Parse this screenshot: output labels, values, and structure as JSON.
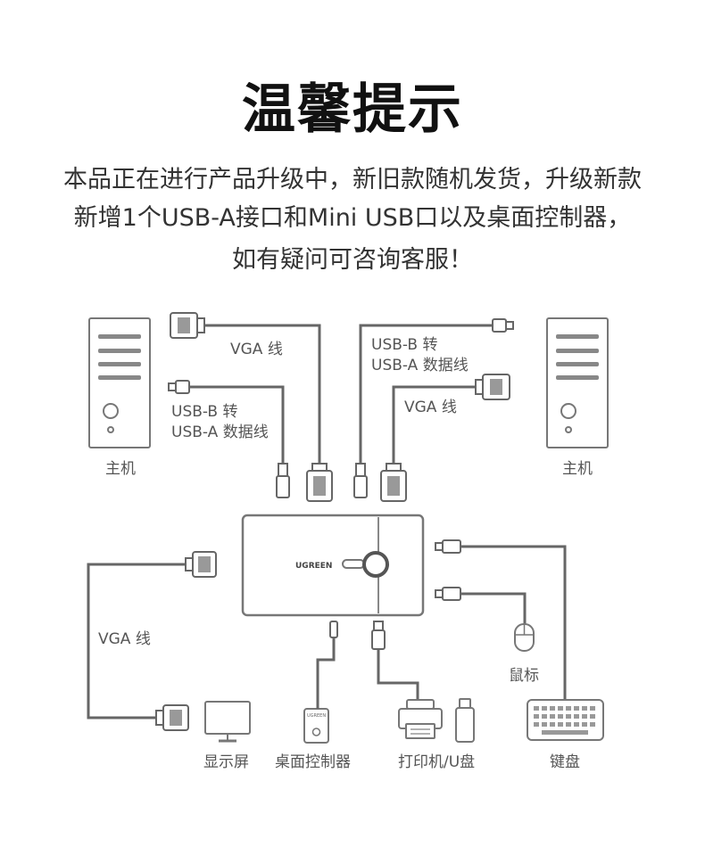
{
  "header": {
    "title": "温馨提示",
    "notice_line1": "本品正在进行产品升级中，新旧款随机发货，升级新款",
    "notice_line2": "新增1个USB-A接口和Mini USB口以及桌面控制器，",
    "notice_line3": "如有疑问可咨询客服！"
  },
  "diagram": {
    "brand": "UGREEN",
    "remote_brand": "UGREEN",
    "labels": {
      "host_left": "主机",
      "host_right": "主机",
      "vga_top_left": "VGA 线",
      "usb_left_line1": "USB-B 转",
      "usb_left_line2": "USB-A 数据线",
      "usb_right_line1": "USB-B 转",
      "usb_right_line2": "USB-A 数据线",
      "vga_top_right": "VGA 线",
      "vga_bottom_left": "VGA 线",
      "mouse": "鼠标",
      "monitor": "显示屏",
      "desktop_controller": "桌面控制器",
      "printer_udisk": "打印机/U盘",
      "keyboard": "键盘"
    }
  }
}
